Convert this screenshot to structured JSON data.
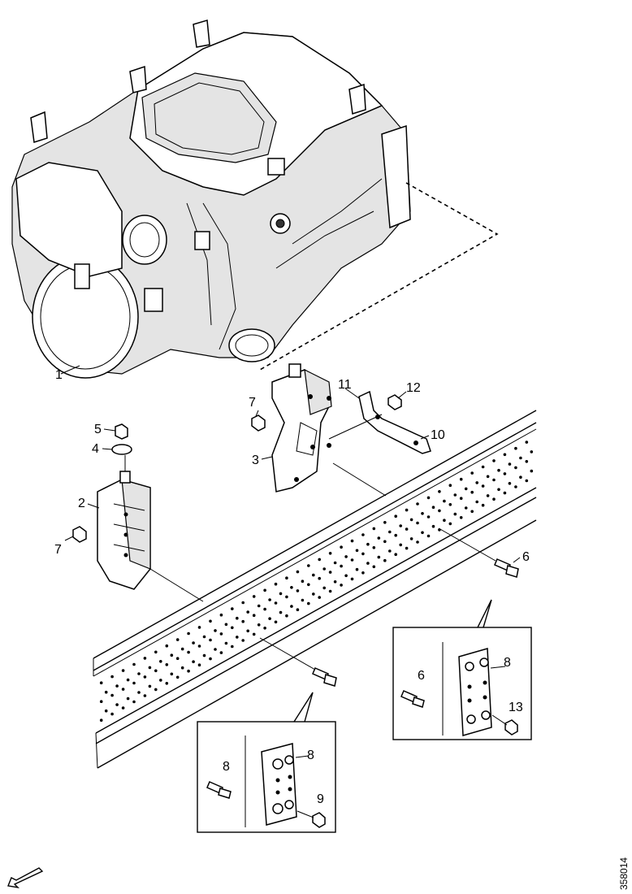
{
  "diagram": {
    "doc_number": "358014",
    "callouts": {
      "p1": "1",
      "p2": "2",
      "p3": "3",
      "p4": "4",
      "p5": "5",
      "p6a": "6",
      "p7a": "7",
      "p7b": "7",
      "p10": "10",
      "p11": "11",
      "p12": "12"
    },
    "detail_a": {
      "bolt": "6",
      "plate": "8",
      "nut": "13"
    },
    "detail_b": {
      "bolt": "8",
      "plate": "8",
      "nut": "9"
    }
  }
}
